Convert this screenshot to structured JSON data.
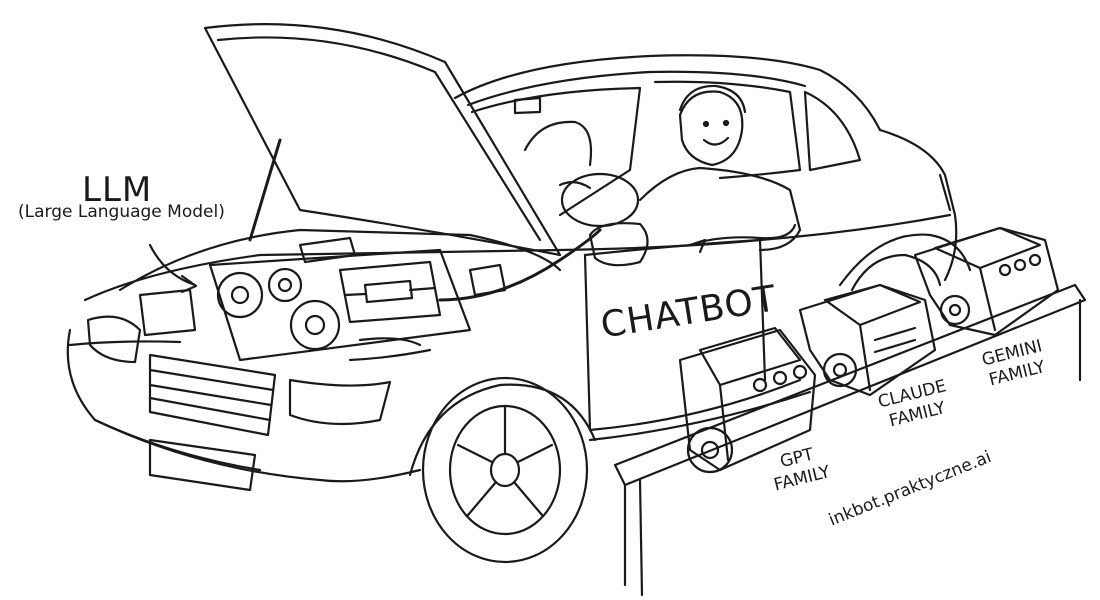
{
  "labels": {
    "llm_title": "LLM",
    "llm_subtitle": "(Large Language Model)",
    "car_door": "CHATBOT",
    "engine_gpt": [
      "GPT",
      "FAMILY"
    ],
    "engine_claude": [
      "CLAUDE",
      "FAMILY"
    ],
    "engine_gemini": [
      "GEMINI",
      "FAMILY"
    ],
    "credit": "inkbot.praktyczne.ai"
  },
  "colors": {
    "ink": "#1a1a1a",
    "paper": "#ffffff"
  }
}
